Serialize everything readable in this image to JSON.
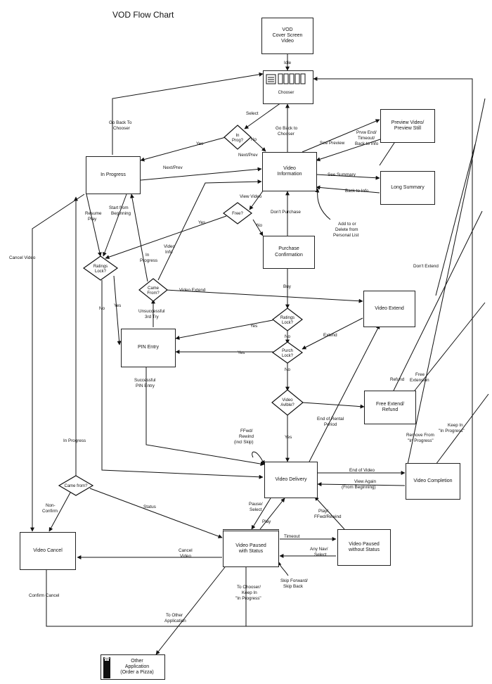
{
  "title": "VOD Flow Chart",
  "nodes": {
    "cover": "VOD\nCover Screen\nVideo",
    "chooser": "Chooser",
    "preview": "Preview Video/\nPreview Still",
    "in_progress": "In Progress",
    "video_info": "Video\nInformation",
    "long_summary": "Long Summary",
    "purchase": "Purchase\nConfirmation",
    "pin_entry": "PIN Entry",
    "video_extend": "Video Extend",
    "free_extend": "Free Extend/\nRefund",
    "video_delivery": "Video Delivery",
    "video_completion": "Video Completion",
    "video_cancel": "Video Cancel",
    "paused_status": "Video Paused\nwith Status",
    "paused_nostatus": "Video Paused\nwithout Status",
    "other_app": "Other\nApplication\n(Order a Pizza)"
  },
  "decisions": {
    "in_prog": [
      "In",
      "Prog?"
    ],
    "free": [
      "Free?"
    ],
    "ratings1": [
      "Ratings",
      "Lock?"
    ],
    "came_from1": [
      "Came",
      "From?"
    ],
    "ratings2": [
      "Ratings",
      "Lock?"
    ],
    "purch": [
      "Purch",
      "Lock?"
    ],
    "avlble": [
      "Video",
      "Avlble?"
    ],
    "came_from2": [
      "Came from?"
    ]
  },
  "labels": {
    "idle": "Idle",
    "go_back_chooser1": [
      "Go Back To",
      "Chooser"
    ],
    "select": "Select",
    "go_back_chooser2": [
      "Go Back to",
      "Chooser"
    ],
    "see_preview": "See Preview",
    "prvw_end": [
      "Prvw End/",
      "Timeout/",
      "Back to Info"
    ],
    "yes1": "Yes",
    "no1": "No",
    "next_prev1": "Next/Prev",
    "next_prev2": "Next/Prev",
    "see_summary": "See Summary",
    "back_to_info": "Back to Info",
    "view_video": "View Video",
    "dont_purchase": "Don't Purchase",
    "add_delete": [
      "Add to or",
      "Delete from",
      "Personal List"
    ],
    "resume_play": [
      "Resume",
      "Play"
    ],
    "start_from_beginning": [
      "Start  from",
      "Beginning"
    ],
    "yes_free": "Yes",
    "no_free": "No",
    "video_info_lbl": [
      "Video",
      "Info"
    ],
    "in_progress_lbl": [
      "In",
      "Progress"
    ],
    "cancel_video": "Cancel Video",
    "dont_extend": "Don't Extend",
    "video_extend_lbl": "Video Extend",
    "buy": "Buy",
    "no_r1": "No",
    "yes_r1": "Yes",
    "unsuccessful": [
      "Unsuccessful",
      "3rd  Try"
    ],
    "yes_r2": "Yes",
    "no_r2": "No",
    "extend": "Extend",
    "yes_p": "Yes",
    "no_p": "No",
    "successful_pin": [
      "Successful",
      "PIN Entry"
    ],
    "refund": "Refund",
    "free_extension": [
      "Free",
      "Extension"
    ],
    "end_rental": [
      "End of Rental",
      "Period"
    ],
    "yes_av": "Yes",
    "in_progress_left": "In Progress",
    "ffwd_rewind": [
      "FFwd/",
      "Rewind",
      "(incl Skip)"
    ],
    "remove_from": [
      "Remove From",
      "\"In Progress\""
    ],
    "keep_in": [
      "Keep In",
      "\"In Progress\""
    ],
    "end_of_video": "End of Video",
    "view_again": [
      "View Again",
      "(From Beginning)"
    ],
    "non_confirm": [
      "Non-",
      "Confirm"
    ],
    "status": "Status",
    "pause_select": [
      "Pause/",
      "Select"
    ],
    "play": "Play",
    "play_ffwd": [
      "Play/",
      "FFwd/Rewind"
    ],
    "timeout": "Timeout",
    "any_nav": [
      "Any Nav/",
      "Select"
    ],
    "cancel_video2": [
      "Cancel",
      "Video"
    ],
    "confirm_cancel": "Confirm Cancel",
    "skip_forward": [
      "Skip Forward/",
      "Skip Back"
    ],
    "to_chooser_keep": [
      "To Chooser/",
      "Keep In",
      "\"In  Progress\""
    ],
    "to_other_app": [
      "To Other",
      "Application"
    ]
  },
  "icons": {
    "chooser": "chooser-screen-icon",
    "phone": "telephone-icon"
  }
}
